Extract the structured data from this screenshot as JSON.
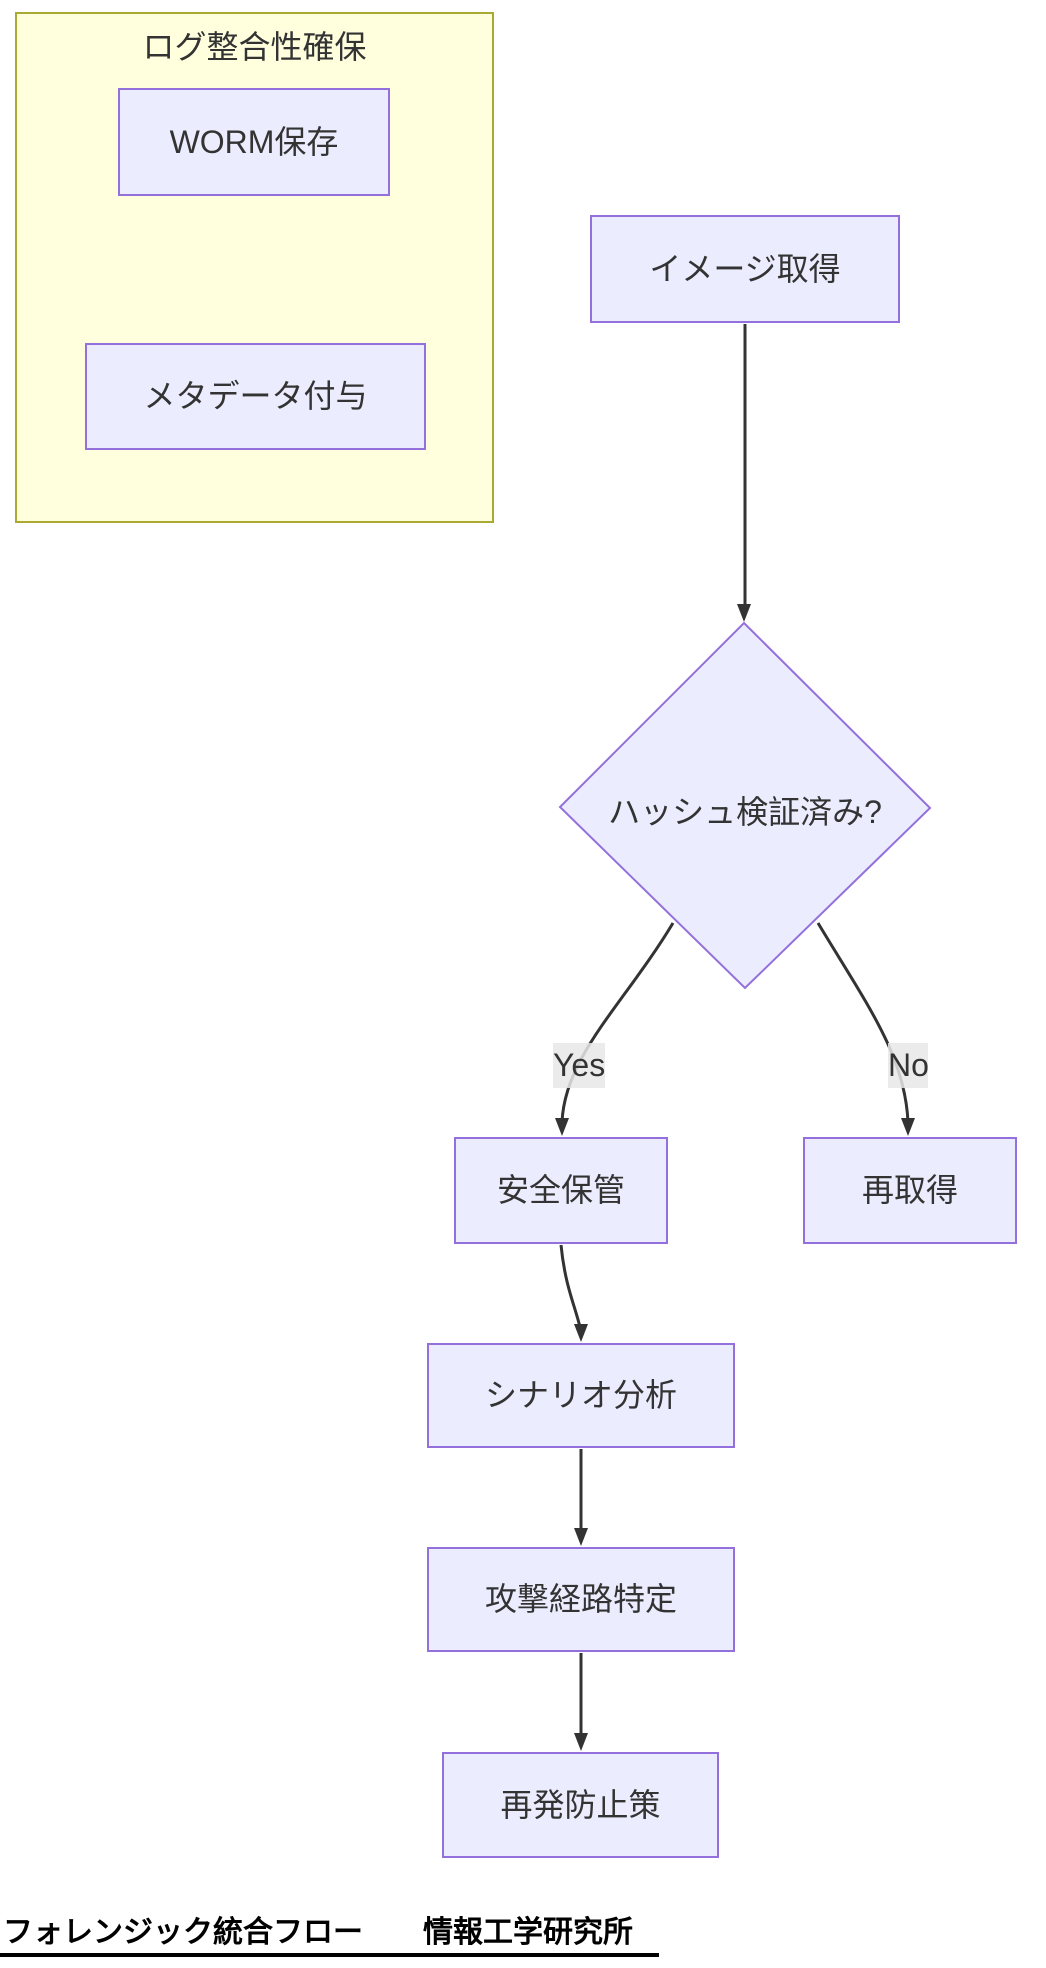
{
  "diagram": {
    "type": "flowchart",
    "direction": "top-down",
    "cluster": {
      "title": "ログ整合性確保"
    },
    "nodes": {
      "worm": {
        "label": "WORM保存",
        "shape": "rect"
      },
      "meta": {
        "label": "メタデータ付与",
        "shape": "rect"
      },
      "image_acq": {
        "label": "イメージ取得",
        "shape": "rect"
      },
      "hash_check": {
        "label": "ハッシュ検証済み?",
        "shape": "diamond"
      },
      "safe_store": {
        "label": "安全保管",
        "shape": "rect"
      },
      "reacquire": {
        "label": "再取得",
        "shape": "rect"
      },
      "scenario": {
        "label": "シナリオ分析",
        "shape": "rect"
      },
      "attack_path": {
        "label": "攻撃経路特定",
        "shape": "rect"
      },
      "prevention": {
        "label": "再発防止策",
        "shape": "rect"
      }
    },
    "edge_labels": {
      "yes": "Yes",
      "no": "No"
    },
    "connections": [
      {
        "from": "WORM保存",
        "to": "メタデータ付与",
        "label": ""
      },
      {
        "from": "イメージ取得",
        "to": "ハッシュ検証済み?",
        "label": ""
      },
      {
        "from": "ハッシュ検証済み?",
        "to": "安全保管",
        "label": "Yes"
      },
      {
        "from": "ハッシュ検証済み?",
        "to": "再取得",
        "label": "No"
      },
      {
        "from": "安全保管",
        "to": "シナリオ分析",
        "label": ""
      },
      {
        "from": "シナリオ分析",
        "to": "攻撃経路特定",
        "label": ""
      },
      {
        "from": "攻撃経路特定",
        "to": "再発防止策",
        "label": ""
      }
    ],
    "footer": {
      "text": "フォレンジック統合フロー　　情報工学研究所"
    },
    "colors": {
      "node_fill": "#ECECFF",
      "node_border": "#9370DB",
      "cluster_fill": "#FFFFDE",
      "cluster_border": "#AAAA33",
      "edge": "#333333",
      "edge_label_bg": "#E8E8E8",
      "text": "#333333",
      "footer_text": "#000000",
      "background": "#FFFFFF"
    }
  }
}
